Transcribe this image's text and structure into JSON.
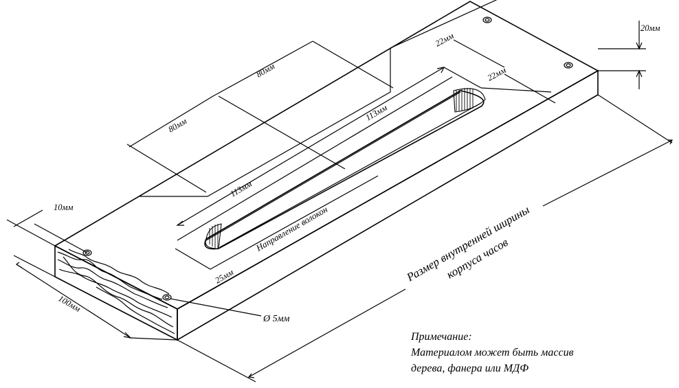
{
  "diagram": {
    "dimensions": {
      "width_20": "20мм",
      "width_10": "10мм",
      "slot_offset_1": "22мм",
      "slot_offset_2": "22мм",
      "length_80_a": "80мм",
      "length_80_b": "80мм",
      "slot_113_top": "113мм",
      "slot_113_bottom": "113мм",
      "slot_25": "25мм",
      "depth_100": "100мм",
      "hole_diameter": "Ø 5мм"
    },
    "grain_direction": "Направление волокон",
    "inner_width": {
      "line1": "Размер внутренней ширины",
      "line2": "корпуса часов"
    },
    "note": {
      "title": "Примечание:",
      "line1": "Материалом может быть массив",
      "line2": "дерева, фанера или МДФ"
    }
  }
}
